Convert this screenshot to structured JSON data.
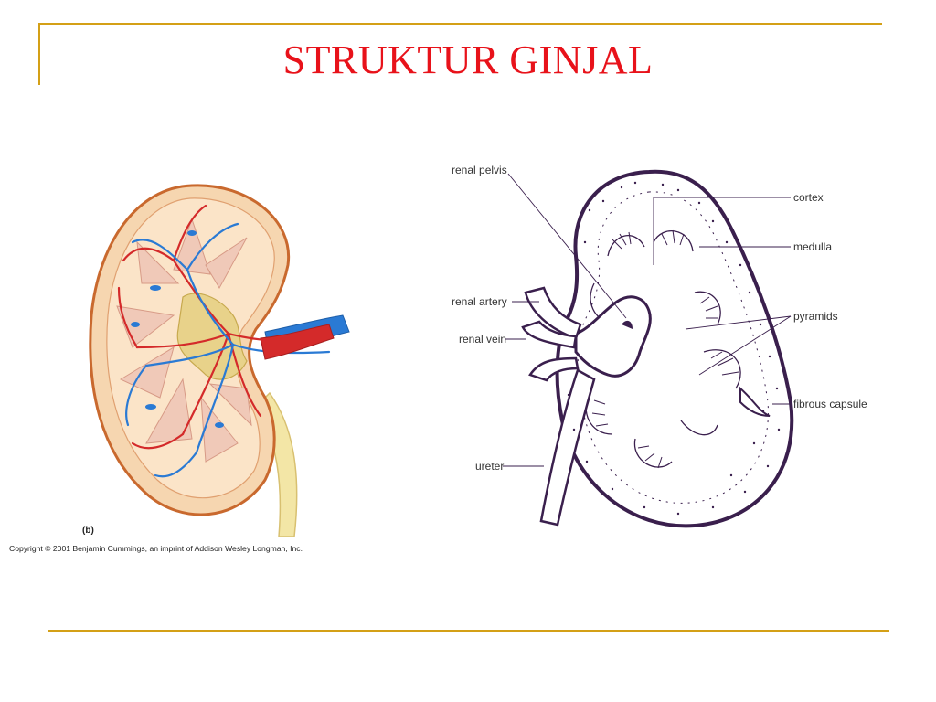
{
  "slide": {
    "title": "STRUKTUR GINJAL",
    "accent_color": "#d4a017",
    "title_color": "#e8121a"
  },
  "left_figure": {
    "panel_tag": "(b)",
    "copyright": "Copyright © 2001 Benjamin Cummings, an imprint of Addison Wesley Longman, Inc."
  },
  "right_figure": {
    "labels": {
      "renal_pelvis": "renal pelvis",
      "renal_artery": "renal artery",
      "renal_vein": "renal vein",
      "ureter": "ureter",
      "cortex": "cortex",
      "medulla": "medulla",
      "pyramids": "pyramids",
      "fibrous_capsule": "fibrous capsule"
    }
  }
}
